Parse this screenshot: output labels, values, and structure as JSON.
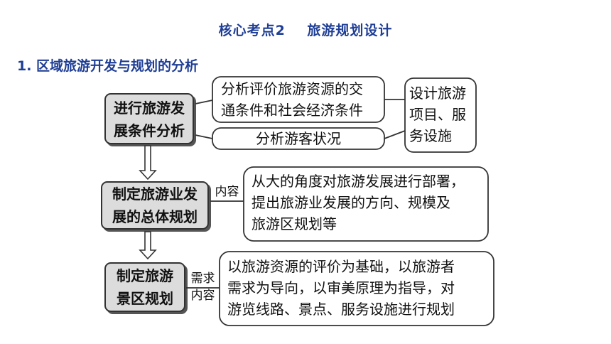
{
  "heading": {
    "title": "核心考点2    旅游规划设计",
    "subtitle": "1. 区域旅游开发与规划的分析"
  },
  "steps": [
    {
      "line1": "进行旅游发",
      "line2": "展条件分析"
    },
    {
      "line1": "制定旅游业发",
      "line2": "展的总体规划"
    },
    {
      "line1": "制定旅游",
      "line2": "景区规划"
    }
  ],
  "analysis": {
    "box1_line1": "分析评价旅游资源的交",
    "box1_line2": "通条件和社会经济条件",
    "box2": "分析游客状况"
  },
  "design": {
    "line1": "设计旅游",
    "line2": "项目、服",
    "line3": "务设施"
  },
  "content_tag": "内容",
  "overall_plan": {
    "line1": "从大的角度对旅游发展进行部署，",
    "line2": "提出旅游业发展的方向、规模及",
    "line3": "旅游区规划等"
  },
  "scenic_tag": {
    "line1": "需求",
    "line2": "内容"
  },
  "scenic_plan": {
    "line1": "以旅游资源的评价为基础，以旅游者",
    "line2": "需求为导向，以审美原理为指导，对",
    "line3": "游览线路、景点、服务设施进行规划"
  },
  "colors": {
    "heading": "#1f3e95",
    "step_fill": "#dcdcdc",
    "stroke": "#333333"
  }
}
